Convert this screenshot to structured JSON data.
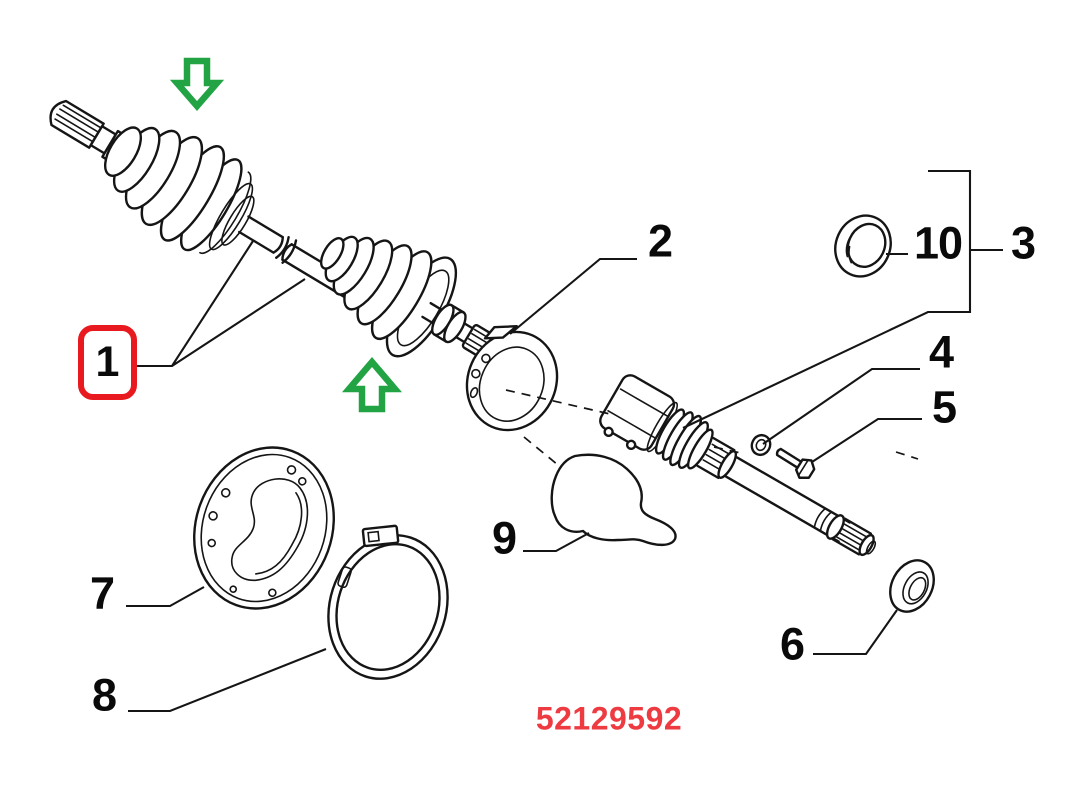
{
  "part_number": "52129592",
  "callouts": [
    {
      "id": "1",
      "boxed": true
    },
    {
      "id": "2"
    },
    {
      "id": "3"
    },
    {
      "id": "4"
    },
    {
      "id": "5"
    },
    {
      "id": "6"
    },
    {
      "id": "7"
    },
    {
      "id": "8"
    },
    {
      "id": "9"
    },
    {
      "id": "10"
    }
  ],
  "arrows": [
    {
      "name": "green-arrow-down",
      "direction": "down"
    },
    {
      "name": "green-arrow-up",
      "direction": "up"
    }
  ],
  "colors": {
    "line": "#151515",
    "callout_box_red": "#e8191f",
    "part_number_red": "#ee3a41",
    "arrow_green": "#22a344",
    "background": "#ffffff"
  }
}
